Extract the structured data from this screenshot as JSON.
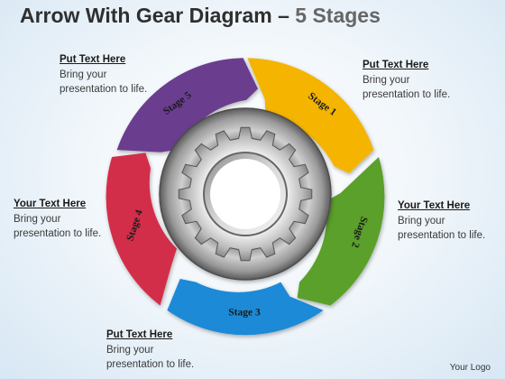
{
  "title": {
    "main": "Arrow With Gear Diagram",
    "separator": "–",
    "stages": "5 Stages"
  },
  "stages": [
    {
      "label": "Stage 1",
      "color": "#f4b400"
    },
    {
      "label": "Stage 2",
      "color": "#5aa02c"
    },
    {
      "label": "Stage 3",
      "color": "#1e8ad6"
    },
    {
      "label": "Stage 4",
      "color": "#d32f4a"
    },
    {
      "label": "Stage 5",
      "color": "#6a3d8f"
    }
  ],
  "notes": {
    "top_left": {
      "heading": "Put Text Here",
      "line1": "Bring your",
      "line2": "presentation to life."
    },
    "top_right": {
      "heading": "Put Text Here",
      "line1": "Bring your",
      "line2": "presentation to life."
    },
    "middle_left": {
      "heading": "Your Text Here",
      "line1": "Bring your",
      "line2": "presentation to life."
    },
    "middle_right": {
      "heading": "Your Text Here",
      "line1": "Bring your",
      "line2": "presentation to life."
    },
    "bottom": {
      "heading": "Put Text Here",
      "line1": "Bring your",
      "line2": "presentation to life."
    }
  },
  "logo": "Your Logo",
  "center_icon": "gear-icon"
}
